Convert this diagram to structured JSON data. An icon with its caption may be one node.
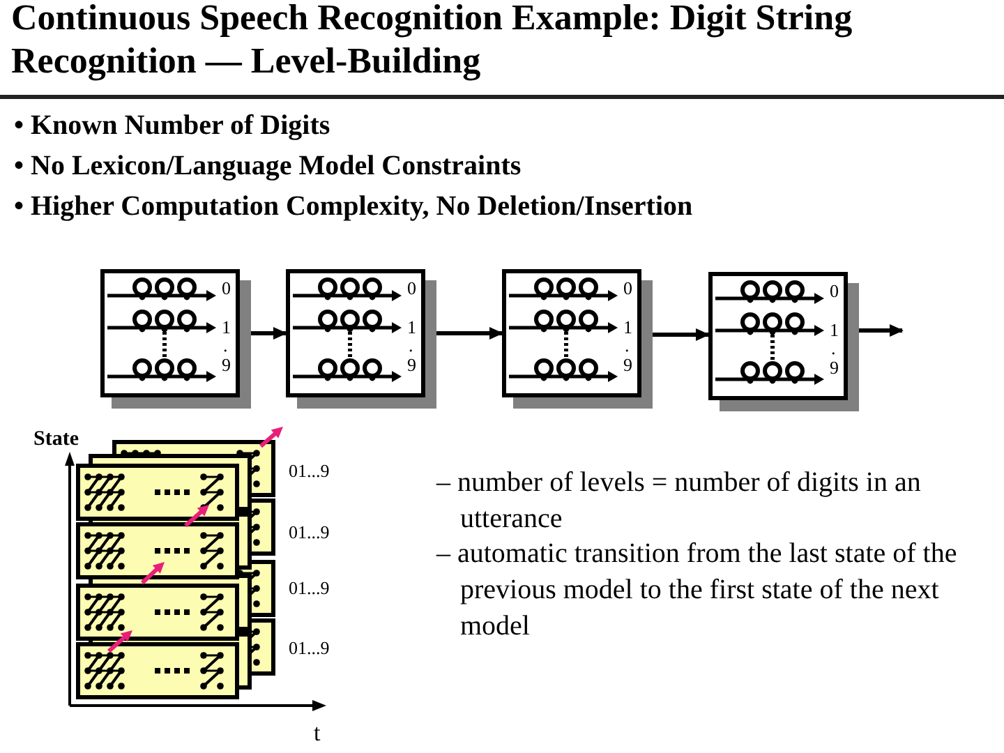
{
  "diagram": {
    "title": "Continuous Speech Recognition Example: Digit String Recognition — Level-Building",
    "nodes": [
      {
        "text": [
          "0",
          "1",
          ".",
          "9"
        ]
      },
      {
        "text": [
          "0",
          "1",
          ".",
          "9"
        ]
      },
      {
        "text": [
          "0",
          "1",
          ".",
          "9"
        ]
      },
      {
        "text": [
          "0",
          "1",
          ".",
          "9"
        ]
      }
    ],
    "edges": [
      {
        "from": 0,
        "to": 1,
        "arrow": "to"
      },
      {
        "from": 1,
        "to": 2,
        "arrow": "to"
      },
      {
        "from": 2,
        "to": 3,
        "arrow": "to"
      },
      {
        "from": 3,
        "to": null,
        "arrow": "to"
      }
    ],
    "labels": [
      "• Known Number of Digits",
      "• No Lexicon/Language Model Constraints",
      "• Higher Computation Complexity, No Deletion/Insertion",
      "State",
      "01...9",
      "01...9",
      "01...9",
      "01...9",
      "– number of levels = number of digits in an utterance",
      "– automatic transition from the last state of the previous model to the first state of the next model",
      "t"
    ]
  }
}
